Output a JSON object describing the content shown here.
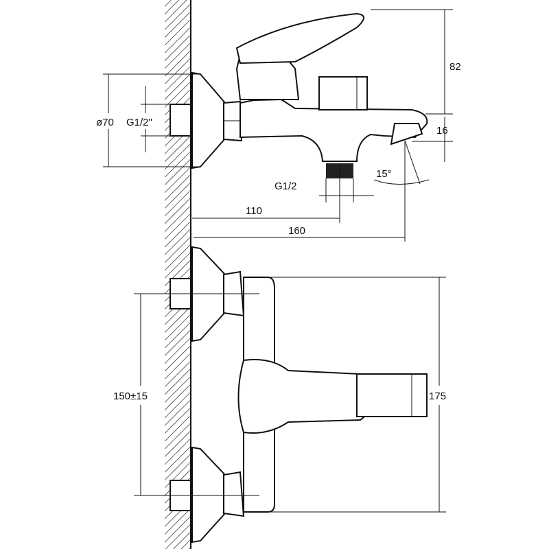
{
  "drawing": {
    "top_view": {
      "height_label": "82",
      "spout_offset_label": "16",
      "escutcheon_diameter_label": "ø70",
      "inlet_thread_label": "G1/2\"",
      "outlet_thread_label": "G1/2",
      "spout_angle_label": "15°",
      "outlet_distance_label": "110",
      "spout_reach_label": "160"
    },
    "front_view": {
      "inlet_spacing_label": "150±15",
      "body_height_label": "175"
    }
  }
}
